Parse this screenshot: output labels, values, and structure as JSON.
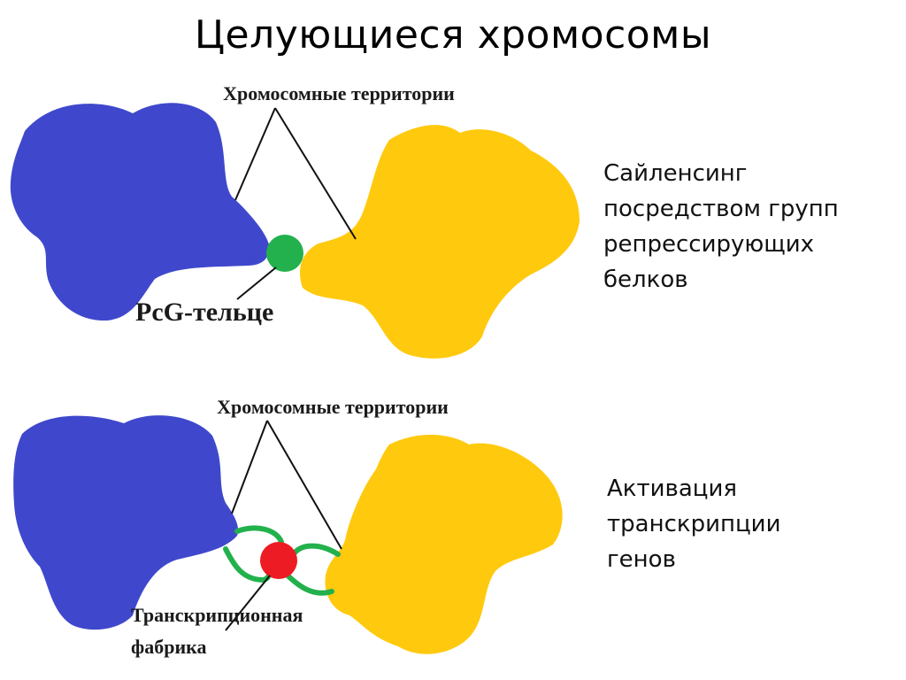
{
  "title": "Целующиеся хромосомы",
  "panels": {
    "top": {
      "territories_label": "Хромосомные территории",
      "body_label": "PcG-тельце",
      "description": [
        "Сайленсинг",
        "посредством групп",
        "репрессирующих",
        "белков"
      ]
    },
    "bottom": {
      "territories_label": "Хромосомные территории",
      "body_label": [
        "Транскрипционная",
        "фабрика"
      ],
      "description": [
        "Активация",
        "транскрипции",
        "генов"
      ]
    }
  },
  "colors": {
    "chromosome_left": "#3f48cc",
    "chromosome_right": "#ffc90e",
    "pcg_body": "#22b14c",
    "transcription_factory": "#ed1c24",
    "loops": "#22b14c"
  }
}
